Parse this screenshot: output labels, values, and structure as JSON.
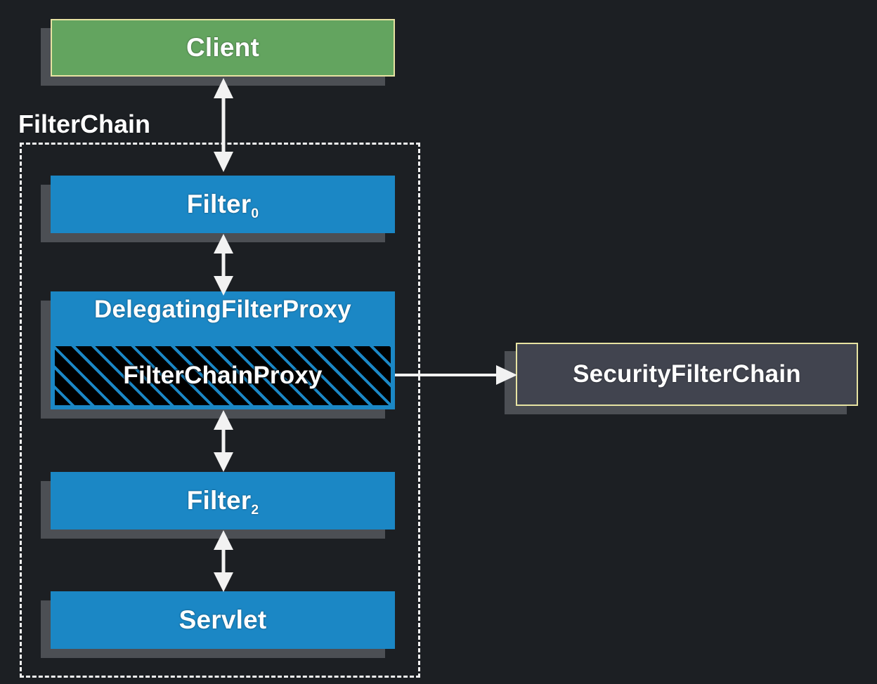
{
  "diagram": {
    "title": "Spring Security FilterChain / DelegatingFilterProxy",
    "background_color": "#1c1f23",
    "groups": [
      {
        "name": "filterchain-group",
        "label": "FilterChain",
        "border_style": "dashed",
        "border_color": "#f2f2f2"
      }
    ],
    "nodes": [
      {
        "id": "client",
        "label": "Client",
        "fill": "#63a45f",
        "border": "#e7e3a2",
        "text_color": "#ffffff"
      },
      {
        "id": "filter0",
        "label": "Filter",
        "subscript": "0",
        "fill": "#1b87c5",
        "text_color": "#ffffff"
      },
      {
        "id": "delegating-filter-proxy",
        "label": "DelegatingFilterProxy",
        "fill": "#1b87c5",
        "text_color": "#ffffff"
      },
      {
        "id": "filter-chain-proxy",
        "label": "FilterChainProxy",
        "fill": "#000000",
        "hatch_color": "#1b87c5",
        "text_color": "#ffffff"
      },
      {
        "id": "filter2",
        "label": "Filter",
        "subscript": "2",
        "fill": "#1b87c5",
        "text_color": "#ffffff"
      },
      {
        "id": "servlet",
        "label": "Servlet",
        "fill": "#1b87c5",
        "text_color": "#ffffff"
      },
      {
        "id": "security-filter-chain",
        "label": "SecurityFilterChain",
        "fill": "#41444f",
        "border": "#e7e3a2",
        "text_color": "#ffffff"
      }
    ],
    "edges": [
      {
        "id": "client-filter0",
        "from": "client",
        "to": "filter0",
        "direction": "bidirectional",
        "orientation": "vertical"
      },
      {
        "id": "filter0-dfp",
        "from": "filter0",
        "to": "delegating-filter-proxy",
        "direction": "bidirectional",
        "orientation": "vertical"
      },
      {
        "id": "dfp-filter2",
        "from": "delegating-filter-proxy",
        "to": "filter2",
        "direction": "bidirectional",
        "orientation": "vertical"
      },
      {
        "id": "filter2-servlet",
        "from": "filter2",
        "to": "servlet",
        "direction": "bidirectional",
        "orientation": "vertical"
      },
      {
        "id": "fcp-sfc",
        "from": "filter-chain-proxy",
        "to": "security-filter-chain",
        "direction": "unidirectional",
        "orientation": "horizontal"
      }
    ]
  }
}
